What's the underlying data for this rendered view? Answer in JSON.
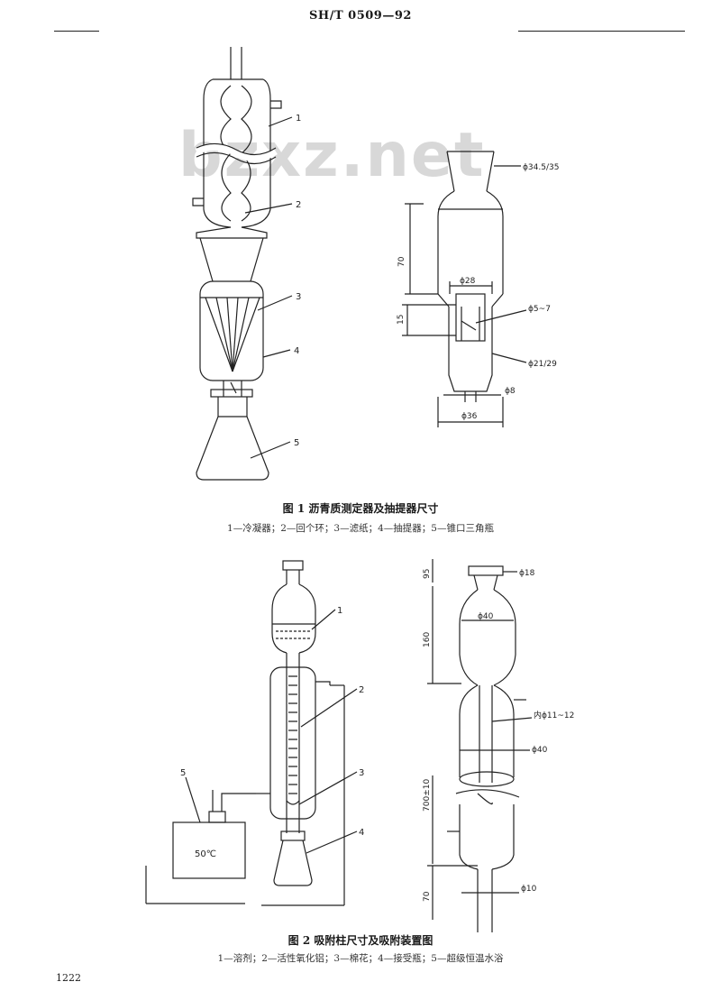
{
  "header": {
    "standard_code": "SH/T 0509—92"
  },
  "watermark": "bzxz.net",
  "figure1": {
    "caption": "图 1   沥青质测定器及抽提器尺寸",
    "legend": "1—冷凝器；2—回个环；3—滤纸；4—抽提器；5—锥口三角瓶",
    "callouts": [
      "1",
      "2",
      "3",
      "4",
      "5"
    ],
    "dims": {
      "top_joint": "ϕ34.5/35",
      "height": "70",
      "inner_dia": "ϕ28",
      "sub_height": "15",
      "small_dia": "ϕ5~7",
      "bottom_joint": "ϕ21/29",
      "stem_dia": "ϕ8",
      "outer_dia": "ϕ36"
    }
  },
  "figure2": {
    "caption": "图 2   吸附柱尺寸及吸附装置图",
    "legend": "1—溶剂；2—活性氧化铝；3—棉花；4—接受瓶；5—超级恒温水浴",
    "callouts": [
      "1",
      "2",
      "3",
      "4",
      "5"
    ],
    "bath_label": "50℃",
    "dims": {
      "top_height": "95",
      "top_dia": "ϕ18",
      "bulb_height": "160",
      "bulb_dia": "ϕ40",
      "inner_tube": "内ϕ11~12",
      "jacket_dia": "ϕ40",
      "jacket_height": "700±10",
      "bottom_height": "70",
      "bottom_dia": "ϕ10"
    }
  },
  "page_number": "1222"
}
